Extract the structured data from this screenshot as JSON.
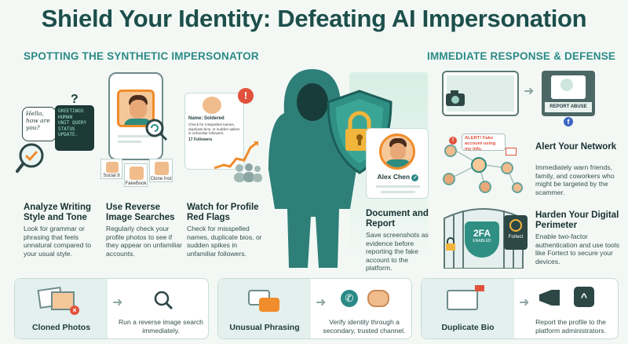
{
  "title": "Shield Your Identity: Defeating AI Impersonation",
  "left_section": {
    "heading": "SPOTTING THE SYNTHETIC IMPERSONATOR",
    "col1": {
      "bubble1": "Hello,\nhow are\nyou?",
      "bubble2": "GREETINGS\nHUMAN\nUNIT QUERY\nSTATUS\nUPDATE.",
      "title": "Analyze Writing Style and Tone",
      "text": "Look for grammar or phrasing that feels unnatural compared to your usual style."
    },
    "col2": {
      "chip1": "Social 8",
      "chip2": "FakeBook",
      "chip3": "Clone Inst",
      "title": "Use Reverse Image Searches",
      "text": "Regularly check your profile photos to see if they appear on unfamiliar accounts."
    },
    "col3": {
      "card_name": "Name: Soldered",
      "card_text": "Check for misspelled names, duplicate bios, or sudden spikes in unfamiliar followers.",
      "card_followers": "17 Followers",
      "title": "Watch for Profile Red Flags",
      "text": "Check for misspelled names, duplicate bios, or sudden spikes in unfamiliar followers."
    }
  },
  "center": {
    "profile_name": "Alex Chen",
    "title": "Document and Report",
    "text": "Save screenshots as evidence before reporting the fake account to the platform."
  },
  "right_section": {
    "heading": "IMMEDIATE RESPONSE & DEFENSE",
    "report_label": "REPORT ABUSE",
    "alert_bubble": "ALERT! Fake account using my info.",
    "alert_title": "Alert Your Network",
    "alert_text": "Immediately warn friends, family, and coworkers who might be targeted by the scammer.",
    "twofa_label": "2FA",
    "twofa_sub": "ENABLED",
    "fortect_label": "Fortect",
    "harden_title": "Harden Your Digital Perimeter",
    "harden_text": "Enable two-factor authentication and use tools like Fortect to secure your devices."
  },
  "bottom": [
    {
      "label": "Cloned Photos",
      "text": "Run a reverse image search immediately."
    },
    {
      "label": "Unusual Phrasing",
      "text": "Verify identity through a secondary, trusted channel."
    },
    {
      "label": "Duplicate Bio",
      "text": "Report the profile to the platform administrators."
    }
  ],
  "colors": {
    "heading": "#1d4f4c",
    "accent": "#2b8a86",
    "shield": "#2f8f83",
    "alert_red": "#e0523c"
  }
}
